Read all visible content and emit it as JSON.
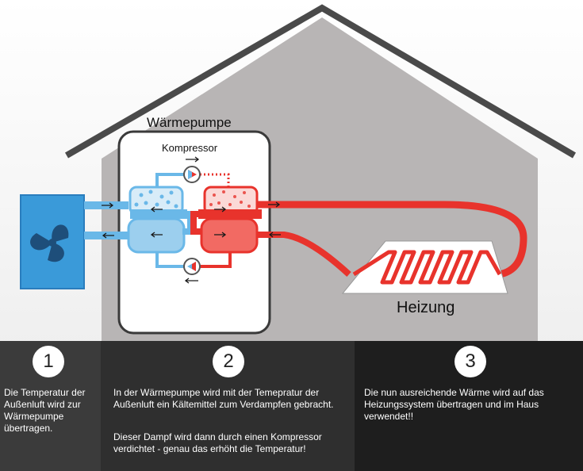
{
  "labels": {
    "heat_pump": "Wärmepumpe",
    "compressor": "Kompressor",
    "heating": "Heizung"
  },
  "steps": [
    {
      "number": "1",
      "text": "Die Temperatur der Außenluft wird zur Wärmepumpe übertragen."
    },
    {
      "number": "2",
      "text": "In der Wärmepumpe wird mit der Temepratur der Außenluft ein Kältemittel zum Verdampfen gebracht.",
      "text2": "Dieser Dampf wird dann durch einen Kompressor verdichtet - genau das erhöht die Temperatur!"
    },
    {
      "number": "3",
      "text": "Die nun ausreichende Wärme wird auf das Heizungssystem übertragen und im Haus verwendet!!"
    }
  ],
  "colors": {
    "roof": "#4a4a4a",
    "house_wall": "#b8b5b5",
    "cold_pipe": "#6ab8e8",
    "hot_pipe": "#e8332c",
    "outdoor_unit": "#3a9ad9",
    "fan": "#1e4e7a",
    "panel_1": "#3b3b3b",
    "panel_2": "#2f2f2f",
    "panel_3": "#1e1e1e"
  },
  "icons": [
    "fan-icon",
    "compressor-pump-icon",
    "expansion-pump-icon",
    "flow-arrow-icon"
  ]
}
